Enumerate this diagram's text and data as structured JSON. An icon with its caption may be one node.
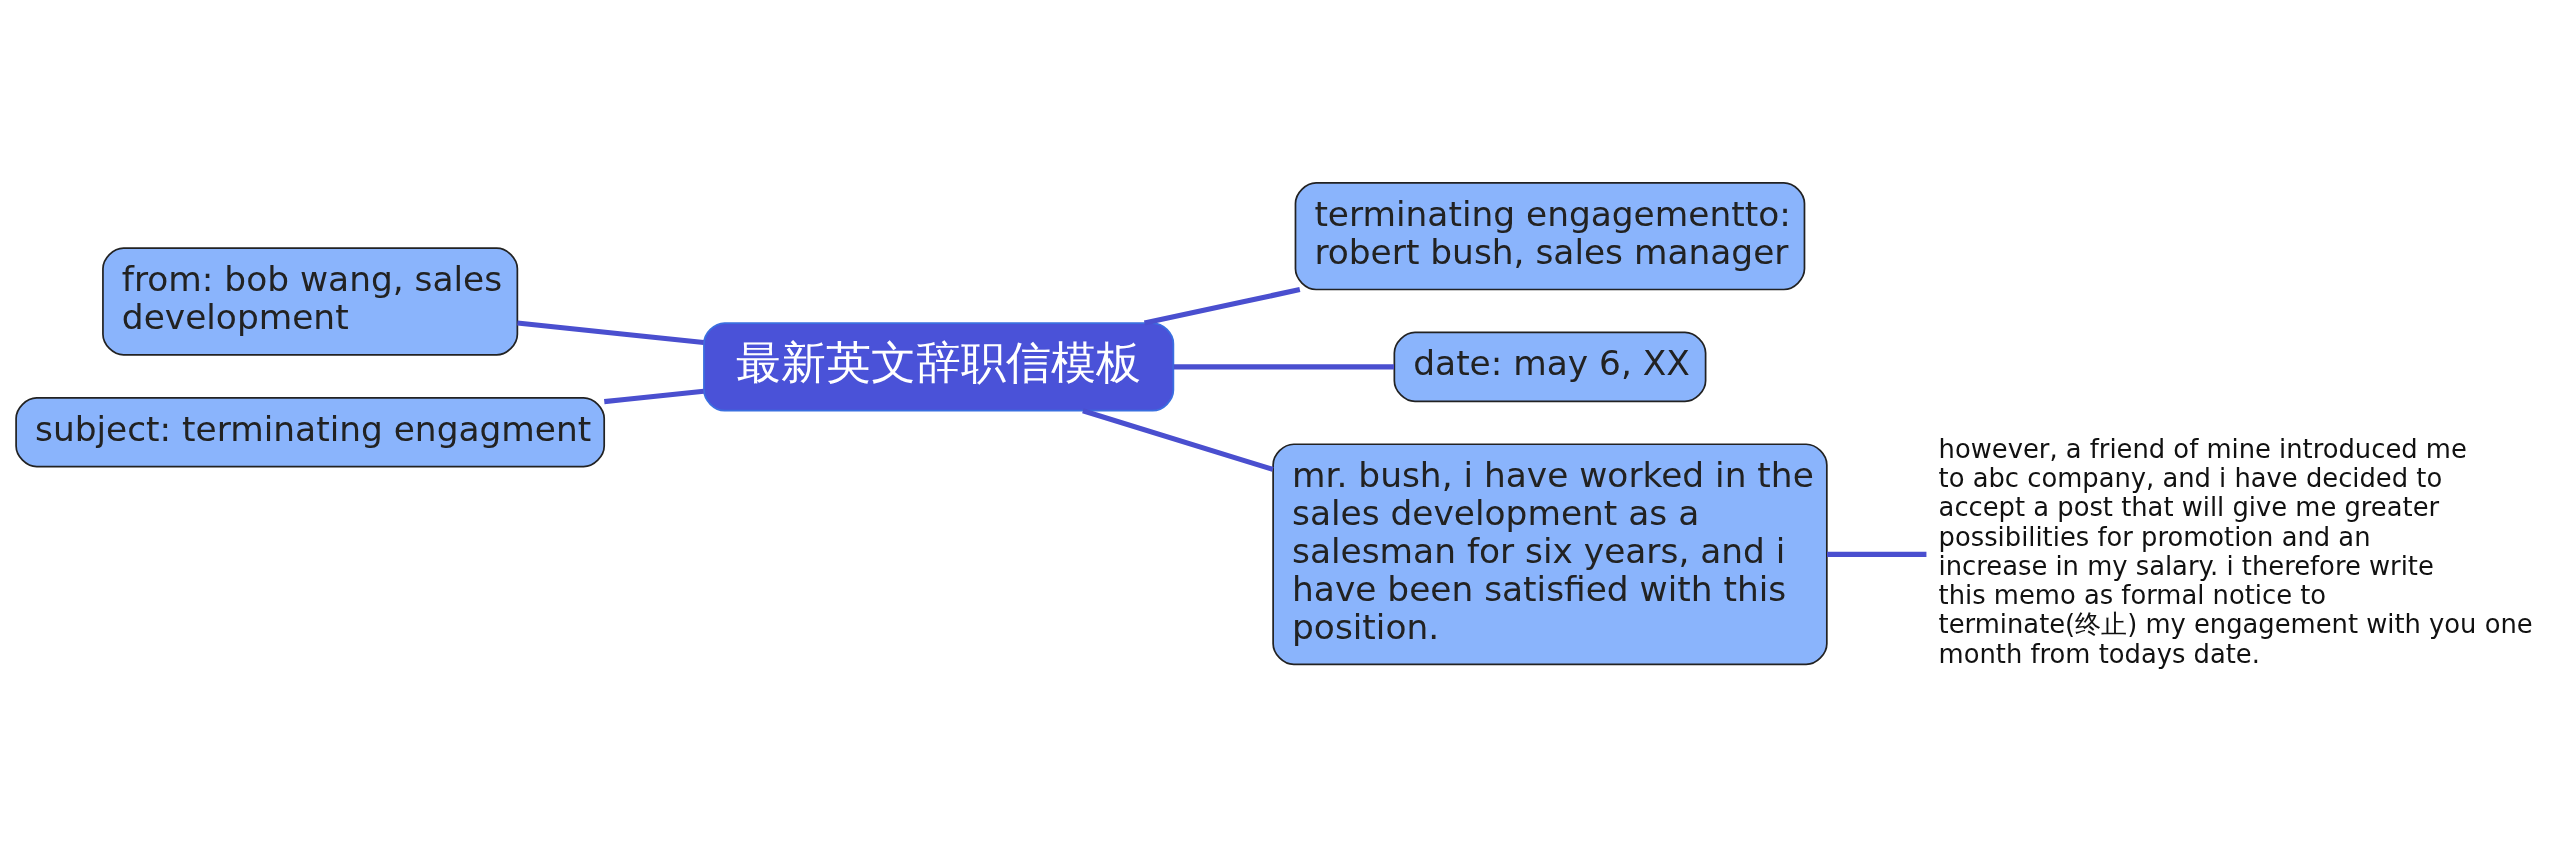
{
  "diagram": {
    "nodes": [
      {
        "text": [
          "最新英文辞职信模板"
        ]
      },
      {
        "text": [
          "from: bob wang, sales development"
        ]
      },
      {
        "text": [
          "subject: terminating engagment"
        ]
      },
      {
        "text": [
          "terminating engagementto: robert bush, sales manager"
        ]
      },
      {
        "text": [
          "date: may 6, XX"
        ]
      },
      {
        "text": [
          "mr. bush, i have worked in the sales development as a salesman for six years, and i have been satisfied with this position."
        ]
      },
      {
        "text": [
          "however, a friend of mine introduced me to abc company, and i have decided to accept a post that will give me greater possibilities for promotion and an increase in my salary. i therefore write this memo as formal notice to terminate(终止) my engagement with you one month from todays date."
        ]
      }
    ],
    "edges": [
      {
        "from": 0,
        "to": 1,
        "arrow": "none"
      },
      {
        "from": 0,
        "to": 2,
        "arrow": "none"
      },
      {
        "from": 0,
        "to": 3,
        "arrow": "none"
      },
      {
        "from": 0,
        "to": 4,
        "arrow": "none"
      },
      {
        "from": 0,
        "to": 5,
        "arrow": "none"
      },
      {
        "from": 5,
        "to": 6,
        "arrow": "none"
      }
    ]
  }
}
